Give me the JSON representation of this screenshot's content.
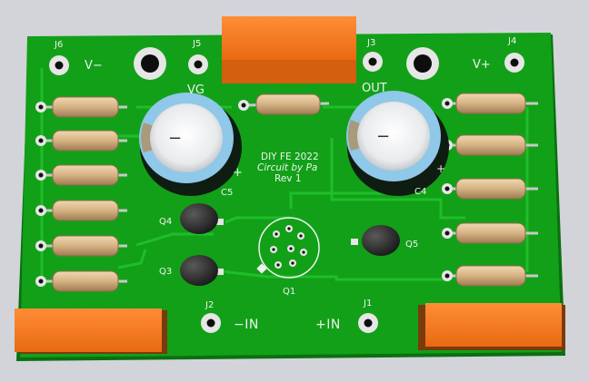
{
  "board": {
    "title_lines": [
      "DIY FE 2022",
      "Circuit by Pa",
      "Rev 1"
    ],
    "colors": {
      "background": "#d2d4da",
      "pcb": "#12a018",
      "trace": "#1fbe2a",
      "silkscreen": "#eef2ee",
      "pad": "#e6e6e6",
      "resistor_body": "#d9b98c",
      "capacitor_sleeve": "#8fc8e8",
      "transistor": "#2a2a2a",
      "heatsink_block": "#f07a1e"
    }
  },
  "labels": {
    "v_minus": "V−",
    "v_plus": "V+",
    "vg": "VG",
    "out": "OUT",
    "minus_in": "−IN",
    "plus_in": "+IN"
  },
  "refs": {
    "J6": "J6",
    "J5": "J5",
    "J3": "J3",
    "J4": "J4",
    "J2": "J2",
    "J1": "J1",
    "C5": "C5",
    "C4": "C4",
    "Q1": "Q1",
    "Q3": "Q3",
    "Q4": "Q4",
    "Q5": "Q5"
  },
  "polarity": {
    "plus": "+",
    "minus": "−"
  }
}
